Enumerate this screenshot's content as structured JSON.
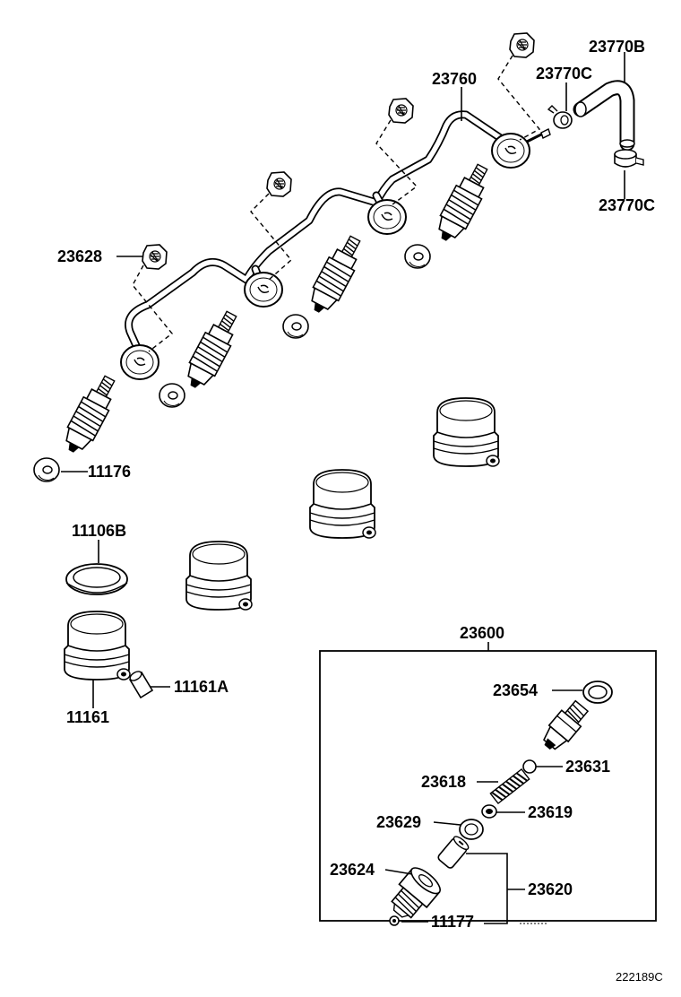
{
  "labels": {
    "p23770B": "23770B",
    "p23770C_top": "23770C",
    "p23770C_bottom": "23770C",
    "p23760": "23760",
    "p23628": "23628",
    "p11176": "11176",
    "p11106B": "11106B",
    "p11161A": "11161A",
    "p11161": "11161",
    "p23600": "23600",
    "p23654": "23654",
    "p23631": "23631",
    "p23618": "23618",
    "p23629": "23629",
    "p23619": "23619",
    "p23624": "23624",
    "p23620": "23620",
    "p23177": "11177"
  },
  "diagram_code": "222189C"
}
